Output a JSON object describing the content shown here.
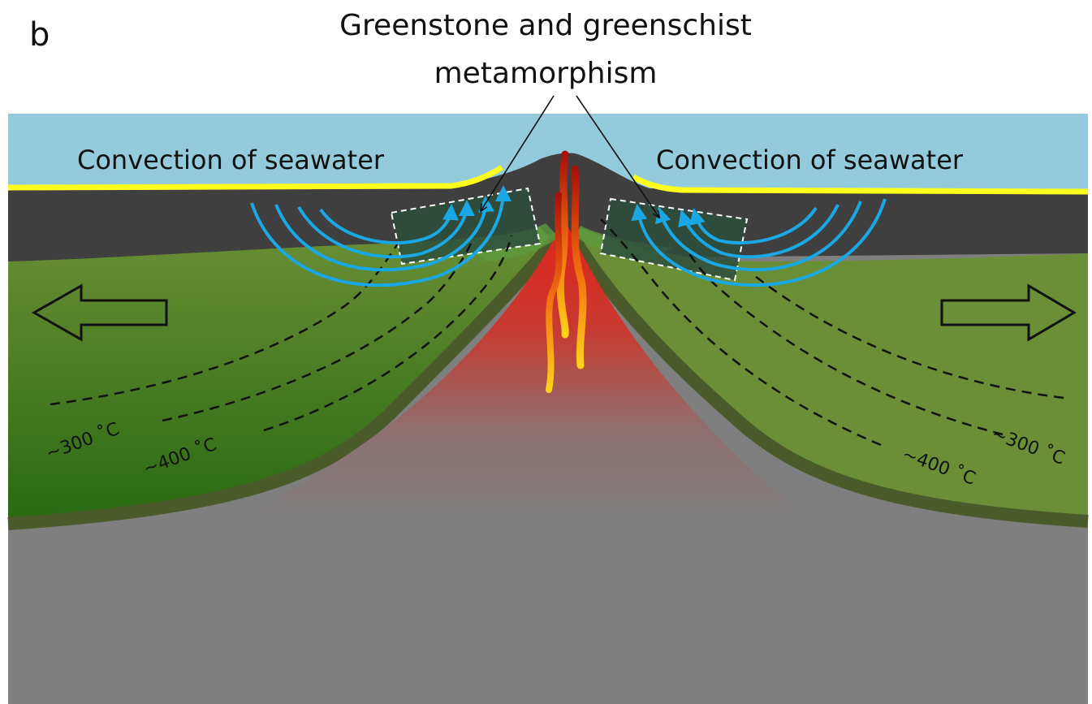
{
  "panel_label": "b",
  "title_line1": "Greenstone and greenschist",
  "title_line2": "metamorphism",
  "convection_left": "Convection of seawater",
  "convection_right": "Convection of seawater",
  "isotherms": {
    "left_300": "~300 ˚C",
    "left_400": "~400 ˚C",
    "right_300": "~300 ˚C",
    "right_400": "~400 ˚C"
  },
  "colors": {
    "seawater": "#94cbdc",
    "sediment": "#ffff1e",
    "basalt_layer": "#3f3f3f",
    "crust_green": "#6b8f37",
    "crust_dark_green": "#2a6a12",
    "crust_edge": "#4a5a2a",
    "magma_red": "#d42a22",
    "mantle_gray": "#7f7f7f",
    "convection_arrows": "#1aa7e4",
    "metamorphic_zone": "#2d4d3c"
  }
}
